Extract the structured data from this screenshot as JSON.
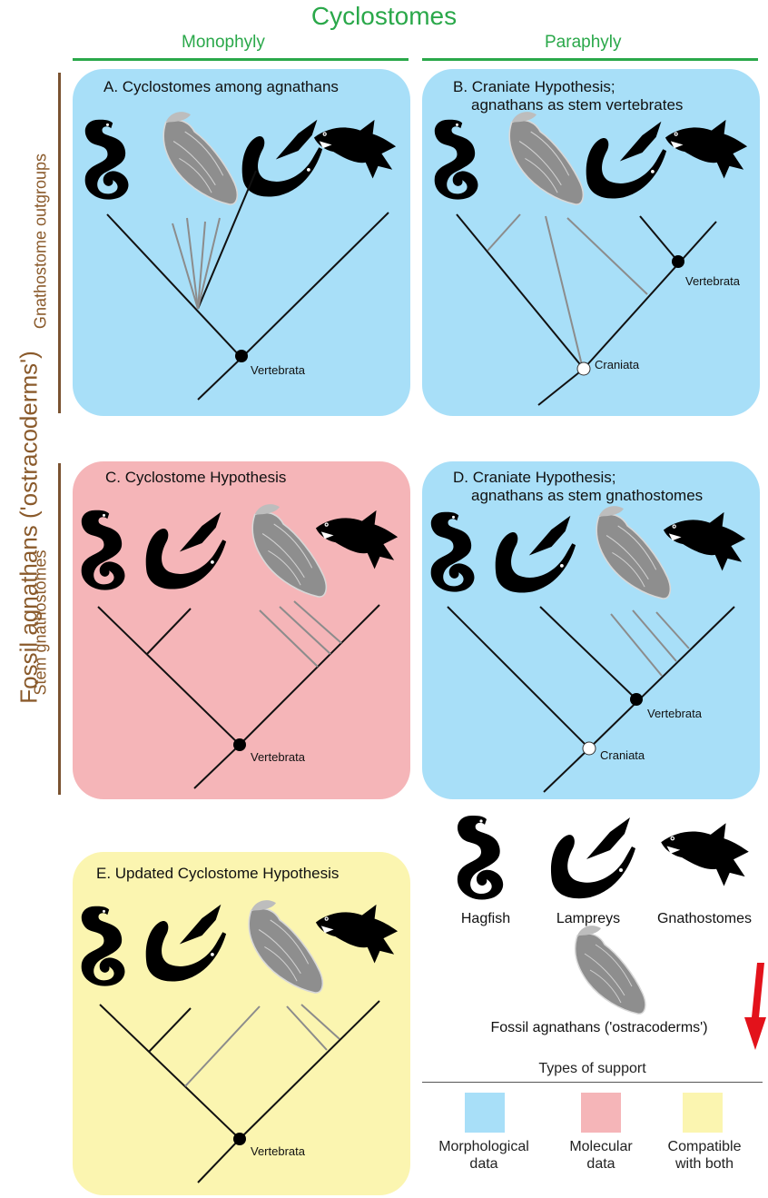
{
  "header": {
    "title": "Cyclostomes",
    "monophyly": "Monophyly",
    "paraphyly": "Paraphyly"
  },
  "side": {
    "main": "Fossil agnathans ('ostracoderms')",
    "outgroups": "Gnathostome outgroups",
    "stem": "Stem gnathostomes"
  },
  "panels": {
    "a": {
      "title": "A. Cyclostomes among agnathans",
      "node": "Vertebrata"
    },
    "b": {
      "title_line1": "B. Craniate Hypothesis;",
      "title_line2": "agnathans as stem vertebrates",
      "node_top": "Vertebrata",
      "node_root": "Craniata"
    },
    "c": {
      "title": "C. Cyclostome Hypothesis",
      "node": "Vertebrata"
    },
    "d": {
      "title_line1": "D. Craniate Hypothesis;",
      "title_line2": "agnathans as stem gnathostomes",
      "node_top": "Vertebrata",
      "node_root": "Craniata"
    },
    "e": {
      "title": "E. Updated Cyclostome Hypothesis",
      "node": "Vertebrata"
    }
  },
  "key": {
    "hagfish": "Hagfish",
    "lampreys": "Lampreys",
    "gnathostomes": "Gnathostomes",
    "fossil": "Fossil agnathans ('ostracoderms')"
  },
  "support": {
    "title": "Types of support",
    "items": [
      {
        "line1": "Morphological",
        "line2": "data",
        "color": "#a8dff8"
      },
      {
        "line1": "Molecular",
        "line2": "data",
        "color": "#f5b5b8"
      },
      {
        "line1": "Compatible",
        "line2": "with both",
        "color": "#fbf5b0"
      }
    ]
  },
  "colors": {
    "accent_green": "#2aa84a",
    "brown": "#8a5a2b",
    "morphological": "#a8dff8",
    "molecular": "#f5b5b8",
    "both": "#fbf5b0"
  }
}
